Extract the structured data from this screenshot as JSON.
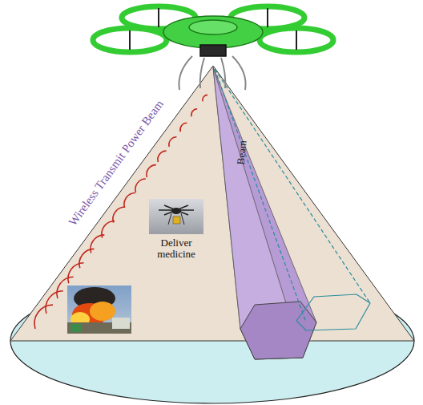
{
  "diagram": {
    "labels": [
      "Wireless Transmit Power Beam",
      "Beam",
      "Deliver medicine"
    ]
  }
}
